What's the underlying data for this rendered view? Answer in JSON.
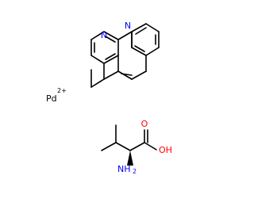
{
  "molecules": {
    "phenanthroline": {
      "nitrogen_label": "N"
    },
    "palladium": {
      "symbol": "Pd",
      "charge": "2+"
    },
    "valine": {
      "hydroxyl_label": "OH",
      "carbonyl_label": "O",
      "amine_label": "NH",
      "amine_subscript": "2"
    }
  },
  "colors": {
    "bond": "#000000",
    "nitrogen": "#0000ff",
    "oxygen": "#ff0000",
    "metal": "#000000"
  }
}
